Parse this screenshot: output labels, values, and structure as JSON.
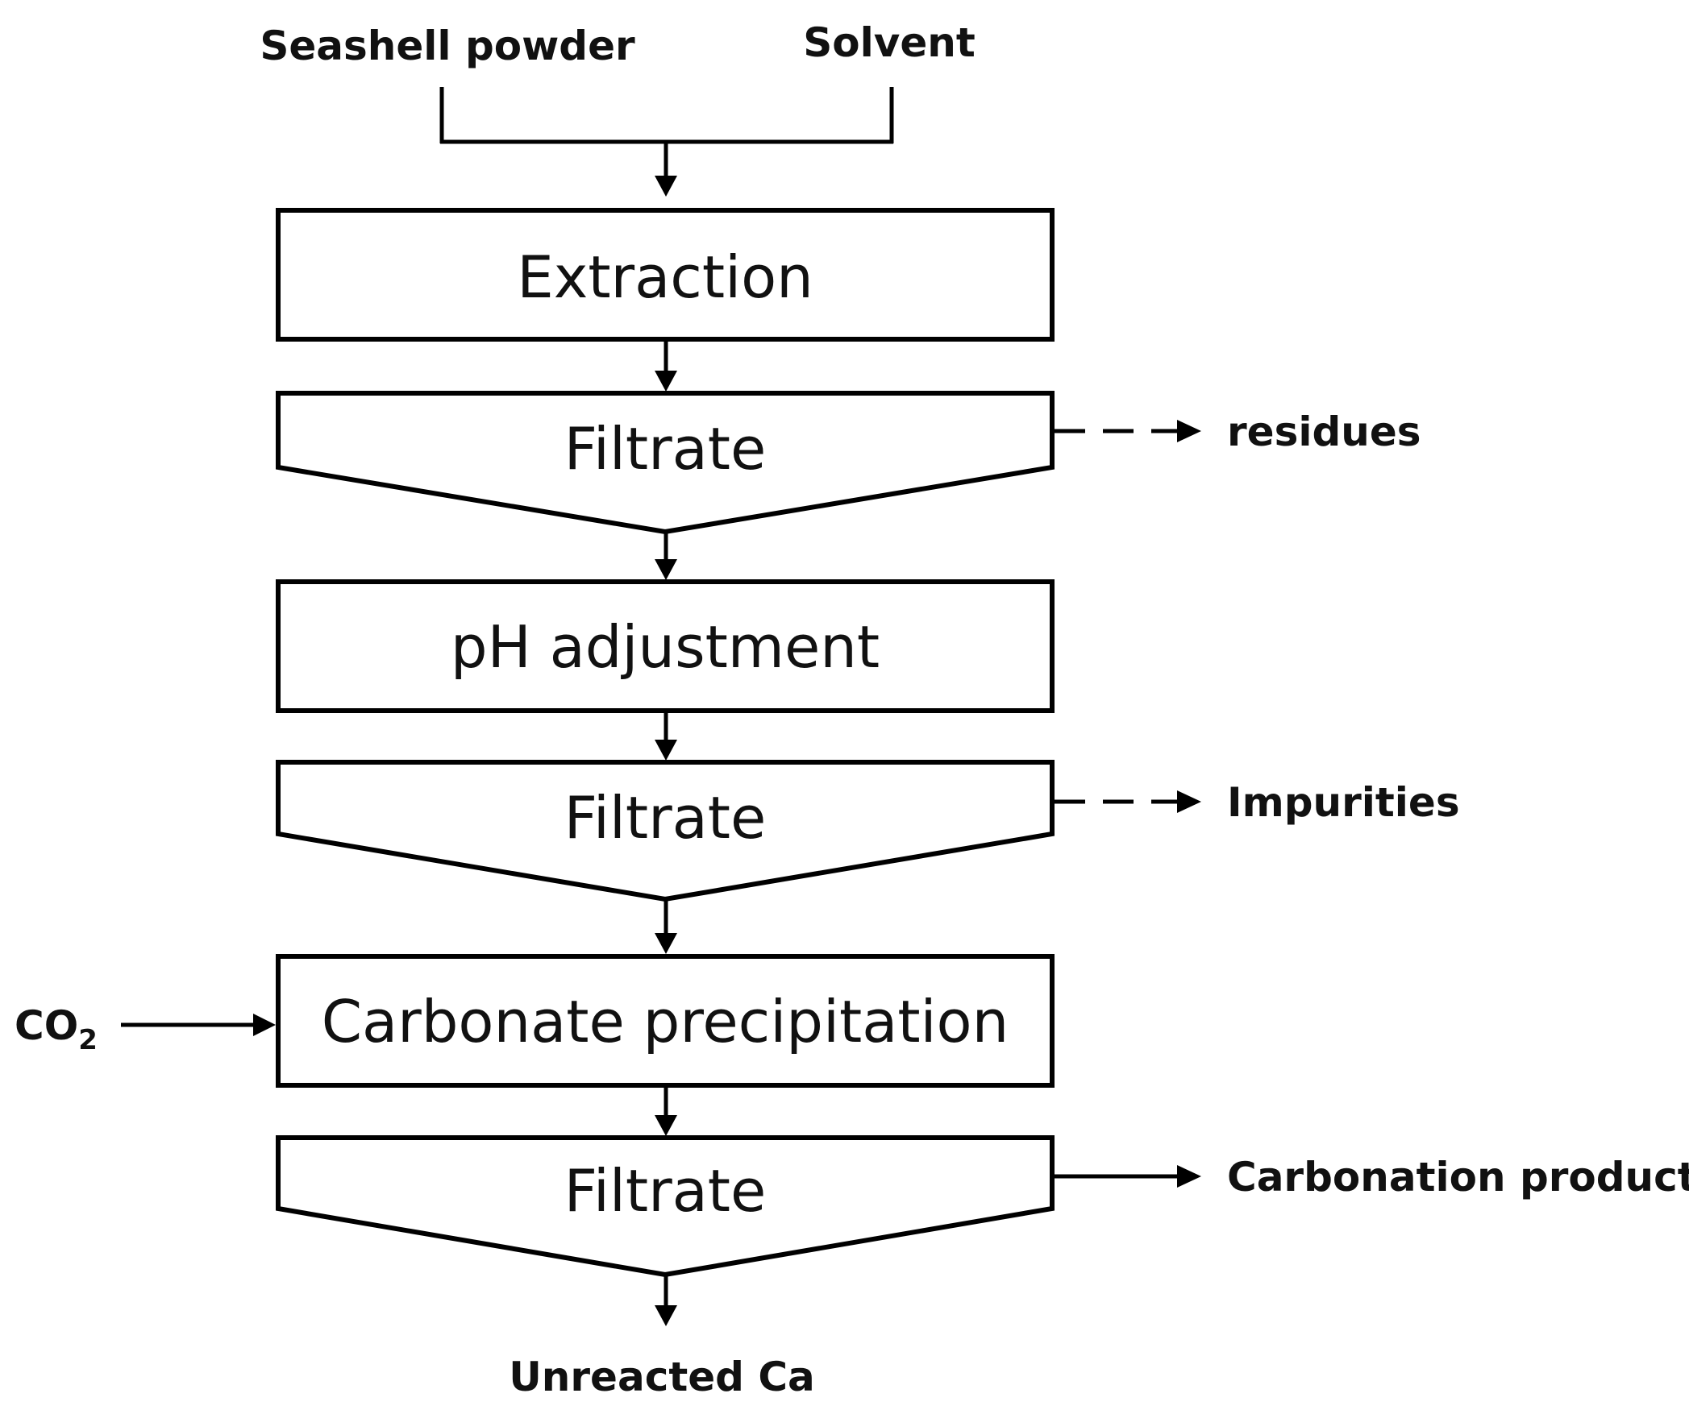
{
  "inputs": {
    "seashell": "Seashell powder",
    "solvent": "Solvent",
    "co2": "CO",
    "co2_sub": "2"
  },
  "steps": {
    "extraction": "Extraction",
    "filtrate_1": "Filtrate",
    "ph_adjustment": "pH adjustment",
    "filtrate_2": "Filtrate",
    "carbonate_precipitation": "Carbonate precipitation",
    "filtrate_3": "Filtrate"
  },
  "outputs": {
    "residues": "residues",
    "impurities": "Impurities",
    "carbonation_product": "Carbonation product",
    "unreacted_ca": "Unreacted Ca"
  }
}
